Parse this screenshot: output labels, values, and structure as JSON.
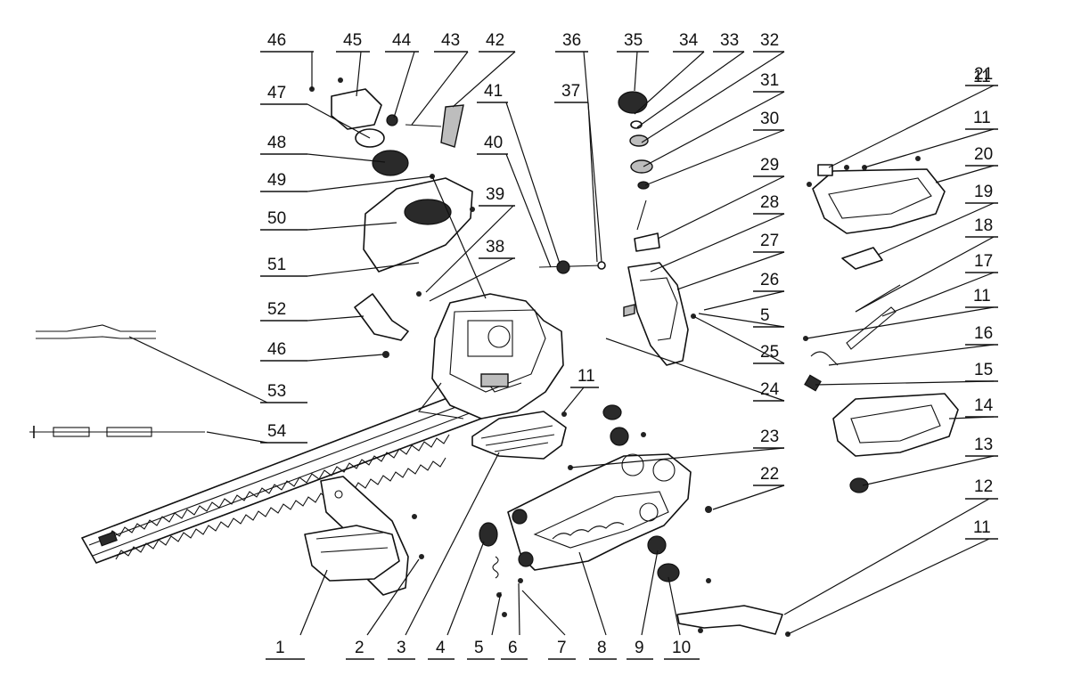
{
  "diagram": {
    "labels": [
      "1",
      "2",
      "3",
      "4",
      "5",
      "6",
      "7",
      "8",
      "9",
      "10",
      "11",
      "12",
      "11",
      "13",
      "14",
      "15",
      "16",
      "11",
      "17",
      "18",
      "19",
      "20",
      "11",
      "21",
      "22",
      "23",
      "24",
      "25",
      "5",
      "26",
      "27",
      "28",
      "29",
      "30",
      "31",
      "32",
      "33",
      "34",
      "35",
      "36",
      "37",
      "41",
      "40",
      "39",
      "38",
      "42",
      "43",
      "44",
      "45",
      "46",
      "47",
      "48",
      "49",
      "50",
      "51",
      "52",
      "46",
      "53",
      "54",
      "11"
    ]
  }
}
